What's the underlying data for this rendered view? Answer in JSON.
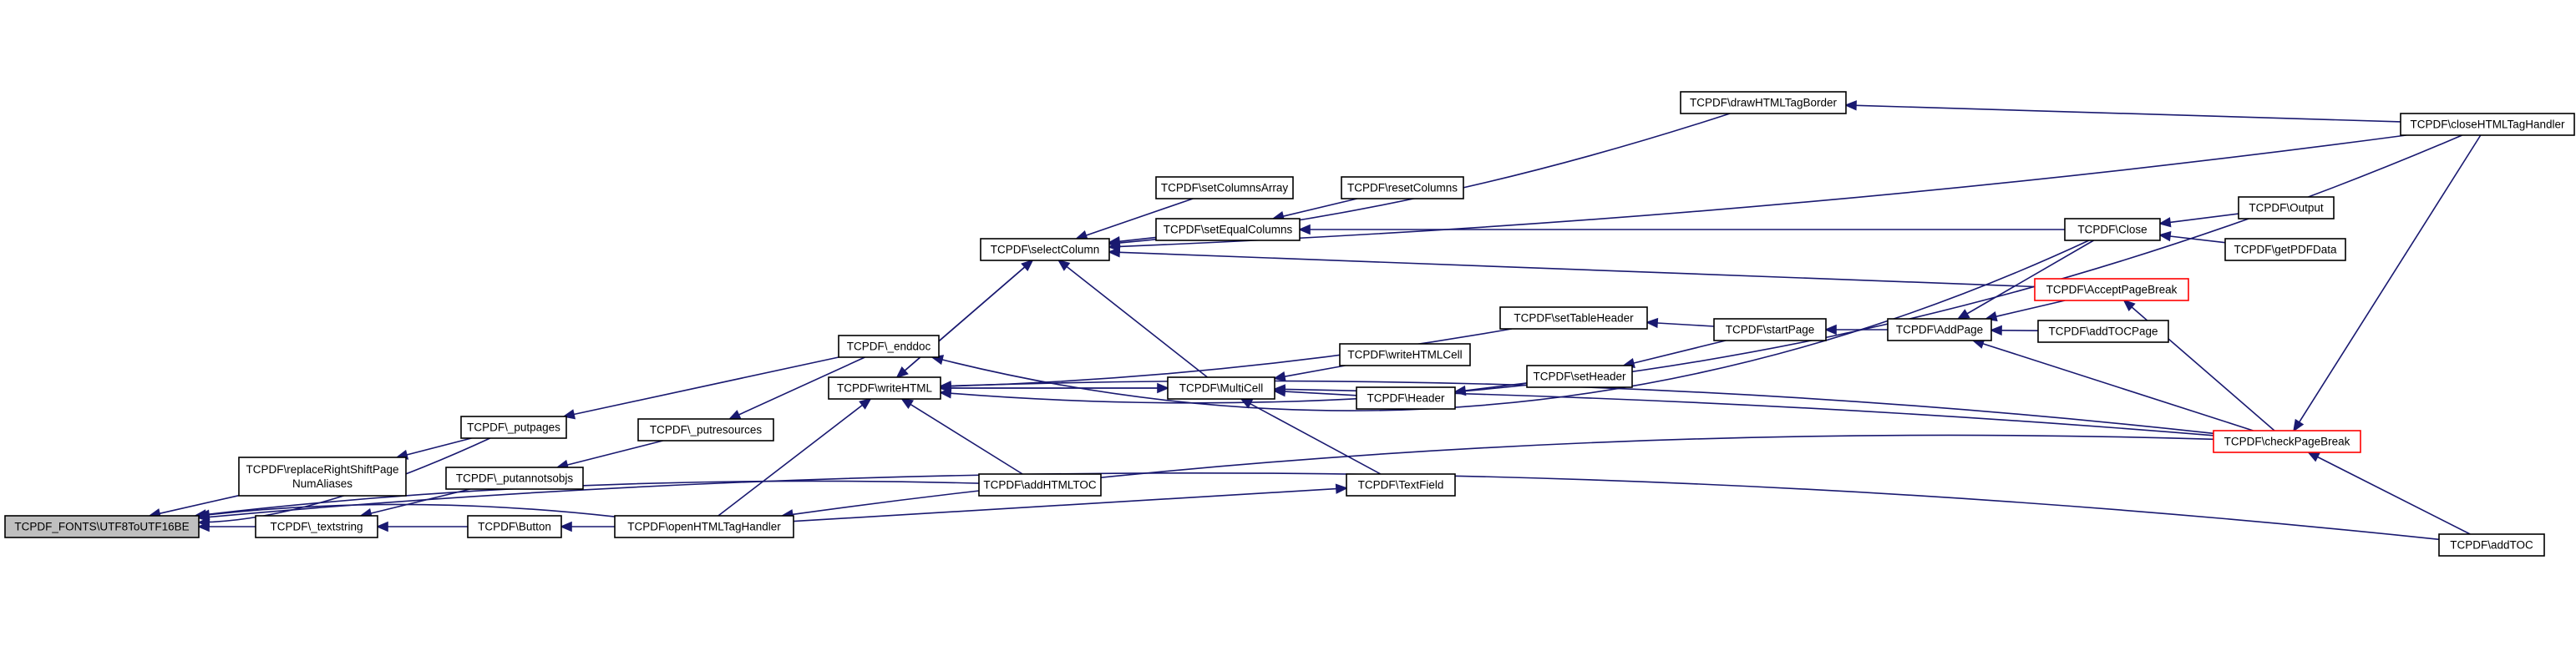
{
  "colors": {
    "edge": "#191970",
    "node_border": "#000000",
    "node_border_highlight": "#ff0000",
    "root_fill": "#bfbfbf",
    "node_fill": "#ffffff"
  },
  "nodes": {
    "n_root": {
      "lines": [
        "TCPDF_FONTS\\UTF8ToUTF16BE"
      ],
      "root": true
    },
    "n_textstring": {
      "lines": [
        "TCPDF\\_textstring"
      ]
    },
    "n_putpages": {
      "lines": [
        "TCPDF\\_putpages"
      ]
    },
    "n_replaceRS": {
      "lines": [
        "TCPDF\\replaceRightShiftPage",
        "NumAliases"
      ]
    },
    "n_putannotsobjs": {
      "lines": [
        "TCPDF\\_putannotsobjs"
      ]
    },
    "n_button": {
      "lines": [
        "TCPDF\\Button"
      ]
    },
    "n_putresources": {
      "lines": [
        "TCPDF\\_putresources"
      ]
    },
    "n_openHTML": {
      "lines": [
        "TCPDF\\openHTMLTagHandler"
      ]
    },
    "n_enddoc": {
      "lines": [
        "TCPDF\\_enddoc"
      ]
    },
    "n_writeHTML": {
      "lines": [
        "TCPDF\\writeHTML"
      ]
    },
    "n_addHTMLTOC": {
      "lines": [
        "TCPDF\\addHTMLTOC"
      ]
    },
    "n_selectColumn": {
      "lines": [
        "TCPDF\\selectColumn"
      ]
    },
    "n_setColumnsArray": {
      "lines": [
        "TCPDF\\setColumnsArray"
      ]
    },
    "n_setEqualColumns": {
      "lines": [
        "TCPDF\\setEqualColumns"
      ]
    },
    "n_resetColumns": {
      "lines": [
        "TCPDF\\resetColumns"
      ]
    },
    "n_multiCell": {
      "lines": [
        "TCPDF\\MultiCell"
      ]
    },
    "n_writeHTMLCell": {
      "lines": [
        "TCPDF\\writeHTMLCell"
      ]
    },
    "n_header": {
      "lines": [
        "TCPDF\\Header"
      ]
    },
    "n_textField": {
      "lines": [
        "TCPDF\\TextField"
      ]
    },
    "n_setHeader": {
      "lines": [
        "TCPDF\\setHeader"
      ]
    },
    "n_setTableHeader": {
      "lines": [
        "TCPDF\\setTableHeader"
      ]
    },
    "n_startPage": {
      "lines": [
        "TCPDF\\startPage"
      ]
    },
    "n_drawHTMLTagBorder": {
      "lines": [
        "TCPDF\\drawHTMLTagBorder"
      ]
    },
    "n_addPage": {
      "lines": [
        "TCPDF\\AddPage"
      ]
    },
    "n_close": {
      "lines": [
        "TCPDF\\Close"
      ]
    },
    "n_acceptPageBreak": {
      "lines": [
        "TCPDF\\AcceptPageBreak"
      ],
      "highlight": true
    },
    "n_addTOCPage": {
      "lines": [
        "TCPDF\\addTOCPage"
      ]
    },
    "n_checkPageBreak": {
      "lines": [
        "TCPDF\\checkPageBreak"
      ],
      "highlight": true
    },
    "n_output": {
      "lines": [
        "TCPDF\\Output"
      ]
    },
    "n_getPDFData": {
      "lines": [
        "TCPDF\\getPDFData"
      ]
    },
    "n_closeHTML": {
      "lines": [
        "TCPDF\\closeHTMLTagHandler"
      ]
    },
    "n_addTOC": {
      "lines": [
        "TCPDF\\addTOC"
      ]
    }
  },
  "edges": [
    [
      "n_textstring",
      "n_root"
    ],
    [
      "n_putpages",
      "n_root"
    ],
    [
      "n_replaceRS",
      "n_root"
    ],
    [
      "n_addHTMLTOC",
      "n_root"
    ],
    [
      "n_openHTML",
      "n_root"
    ],
    [
      "n_addTOC",
      "n_root"
    ],
    [
      "n_putannotsobjs",
      "n_textstring"
    ],
    [
      "n_button",
      "n_textstring"
    ],
    [
      "n_enddoc",
      "n_putpages"
    ],
    [
      "n_putpages",
      "n_replaceRS"
    ],
    [
      "n_putresources",
      "n_putannotsobjs"
    ],
    [
      "n_openHTML",
      "n_button"
    ],
    [
      "n_enddoc",
      "n_putresources"
    ],
    [
      "n_close",
      "n_enddoc"
    ],
    [
      "n_openHTML",
      "n_writeHTML"
    ],
    [
      "n_addHTMLTOC",
      "n_writeHTML"
    ],
    [
      "n_multiCell",
      "n_writeHTML"
    ],
    [
      "n_selectColumn",
      "n_writeHTML"
    ],
    [
      "n_setTableHeader",
      "n_writeHTML"
    ],
    [
      "n_checkPageBreak",
      "n_writeHTML"
    ],
    [
      "n_writeHTML",
      "n_selectColumn"
    ],
    [
      "n_writeHTML",
      "n_multiCell"
    ],
    [
      "n_setColumnsArray",
      "n_selectColumn"
    ],
    [
      "n_setEqualColumns",
      "n_selectColumn"
    ],
    [
      "n_multiCell",
      "n_selectColumn"
    ],
    [
      "n_drawHTMLTagBorder",
      "n_selectColumn"
    ],
    [
      "n_closeHTML",
      "n_selectColumn"
    ],
    [
      "n_acceptPageBreak",
      "n_selectColumn"
    ],
    [
      "n_resetColumns",
      "n_setEqualColumns"
    ],
    [
      "n_close",
      "n_setEqualColumns"
    ],
    [
      "n_closeHTML",
      "n_writeHTML"
    ],
    [
      "n_writeHTMLCell",
      "n_multiCell"
    ],
    [
      "n_header",
      "n_multiCell"
    ],
    [
      "n_textField",
      "n_multiCell"
    ],
    [
      "n_checkPageBreak",
      "n_multiCell"
    ],
    [
      "n_setHeader",
      "n_header"
    ],
    [
      "n_startPage",
      "n_setHeader"
    ],
    [
      "n_startPage",
      "n_setTableHeader"
    ],
    [
      "n_addPage",
      "n_startPage"
    ],
    [
      "n_closeHTML",
      "n_drawHTMLTagBorder"
    ],
    [
      "n_close",
      "n_addPage"
    ],
    [
      "n_acceptPageBreak",
      "n_addPage"
    ],
    [
      "n_addTOCPage",
      "n_addPage"
    ],
    [
      "n_checkPageBreak",
      "n_addPage"
    ],
    [
      "n_output",
      "n_close"
    ],
    [
      "n_getPDFData",
      "n_close"
    ],
    [
      "n_checkPageBreak",
      "n_acceptPageBreak"
    ],
    [
      "n_closeHTML",
      "n_checkPageBreak"
    ],
    [
      "n_addTOC",
      "n_checkPageBreak"
    ],
    [
      "n_checkPageBreak",
      "n_openHTML"
    ],
    [
      "n_openHTML",
      "n_textField"
    ]
  ]
}
